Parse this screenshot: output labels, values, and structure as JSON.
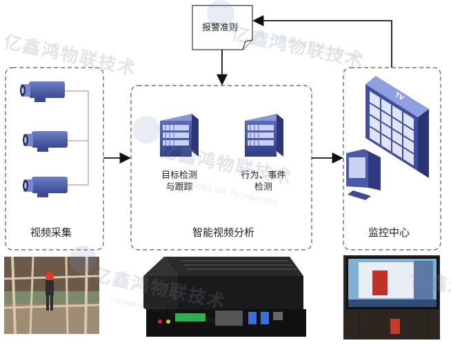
{
  "nodes": {
    "alarm_rules": "报警准则",
    "video_capture": "视频采集",
    "intelligent_analysis": "智能视频分析",
    "target_detection_line1": "目标检测",
    "target_detection_line2": "与跟踪",
    "behavior_detection_line1": "行为、事件",
    "behavior_detection_line2": "检测",
    "monitoring_center": "监控中心",
    "tv_label": "TV"
  },
  "watermark": {
    "brand": "亿鑫鸿物联技术",
    "brand_en": "YIXINHONG IOT TECHNOLOGY"
  }
}
